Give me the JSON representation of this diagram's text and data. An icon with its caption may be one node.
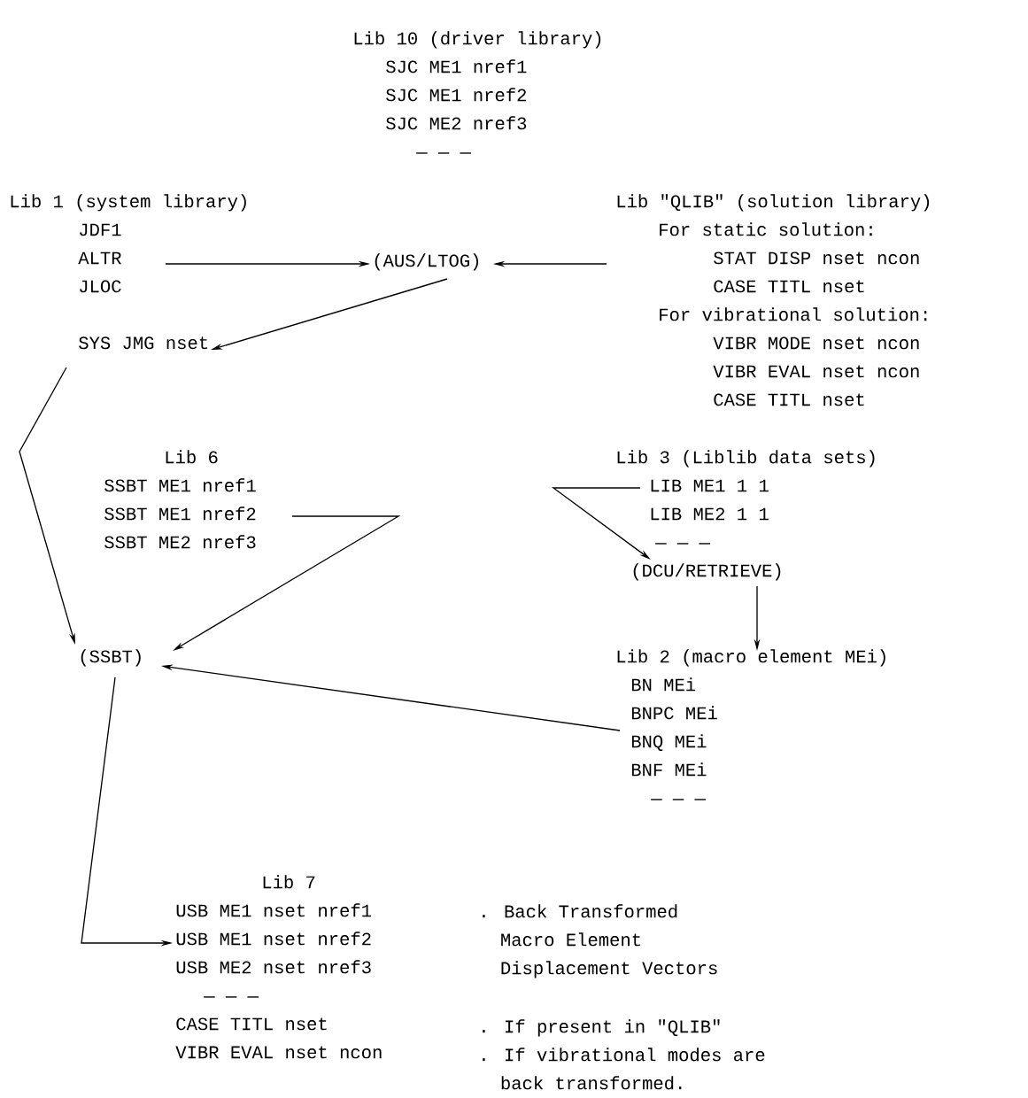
{
  "diagram": {
    "nodes": [
      {
        "text": [
          "Lib 10 (driver library)",
          "SJC ME1 nref1",
          "SJC ME1 nref2",
          "SJC ME2 nref3",
          "— — —"
        ]
      },
      {
        "text": [
          "Lib 1 (system library)",
          "JDF1",
          "ALTR",
          "JLOC"
        ]
      },
      {
        "text": [
          "(AUS/LTOG)"
        ]
      },
      {
        "text": [
          "Lib \"QLIB\" (solution library)",
          "For static solution:",
          "STAT DISP nset ncon",
          "CASE TITL nset",
          "For vibrational solution:",
          "VIBR MODE nset ncon",
          "VIBR EVAL nset ncon",
          "CASE TITL nset"
        ]
      },
      {
        "text": [
          "SYS JMG nset"
        ]
      },
      {
        "text": [
          "Lib 6",
          "SSBT ME1 nref1",
          "SSBT ME1 nref2",
          "SSBT ME2 nref3"
        ]
      },
      {
        "text": [
          "Lib 3 (Liblib data sets)",
          "LIB ME1 1 1",
          "LIB ME2 1 1",
          "— — —"
        ]
      },
      {
        "text": [
          "(DCU/RETRIEVE)"
        ]
      },
      {
        "text": [
          "(SSBT)"
        ]
      },
      {
        "text": [
          "Lib 2 (macro element MEi)",
          "BN MEi",
          "BNPC MEi",
          "BNQ MEi",
          "BNF MEi",
          "— — —"
        ]
      },
      {
        "text": [
          "Lib 7",
          "USB ME1 nset nref1",
          "USB ME1 nset nref2",
          "USB ME2 nset nref3",
          "— — —",
          "CASE TITL nset",
          "VIBR EVAL nset ncon"
        ]
      }
    ],
    "edges": [
      {
        "from": 1,
        "to": 2,
        "arrow": "to"
      },
      {
        "from": 3,
        "to": 2,
        "arrow": "to"
      },
      {
        "from": 2,
        "to": 4,
        "arrow": "to"
      },
      {
        "from": 4,
        "to": 8,
        "arrow": "to"
      },
      {
        "from": 5,
        "to": 8,
        "arrow": "to"
      },
      {
        "from": 6,
        "to": 7,
        "arrow": "to"
      },
      {
        "from": 7,
        "to": 9,
        "arrow": "to"
      },
      {
        "from": 9,
        "to": 8,
        "arrow": "to"
      },
      {
        "from": 8,
        "to": 10,
        "arrow": "to"
      }
    ],
    "labels": [
      ". Back Transformed Macro Element Displacement Vectors",
      ". If present in \"QLIB\"",
      ". If vibrational modes are back transformed."
    ]
  }
}
